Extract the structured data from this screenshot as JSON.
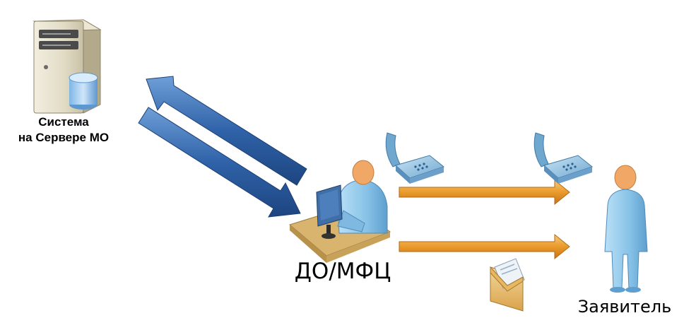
{
  "nodes": {
    "server": {
      "label_line1": "Система",
      "label_line2": "на Сервере МО",
      "icon": "server-database-icon"
    },
    "office": {
      "label": "ДО/МФЦ",
      "icon": "operator-at-desk-icon"
    },
    "applicant": {
      "label": "Заявитель",
      "icon": "person-icon"
    }
  },
  "channels": {
    "phone_icon": "telephone-icon",
    "mail_icon": "envelope-icon"
  },
  "colors": {
    "blue_arrow": "#2e5f9e",
    "orange_arrow": "#e79a2a",
    "person": "#8ec5e6",
    "desk": "#d9b46e"
  }
}
